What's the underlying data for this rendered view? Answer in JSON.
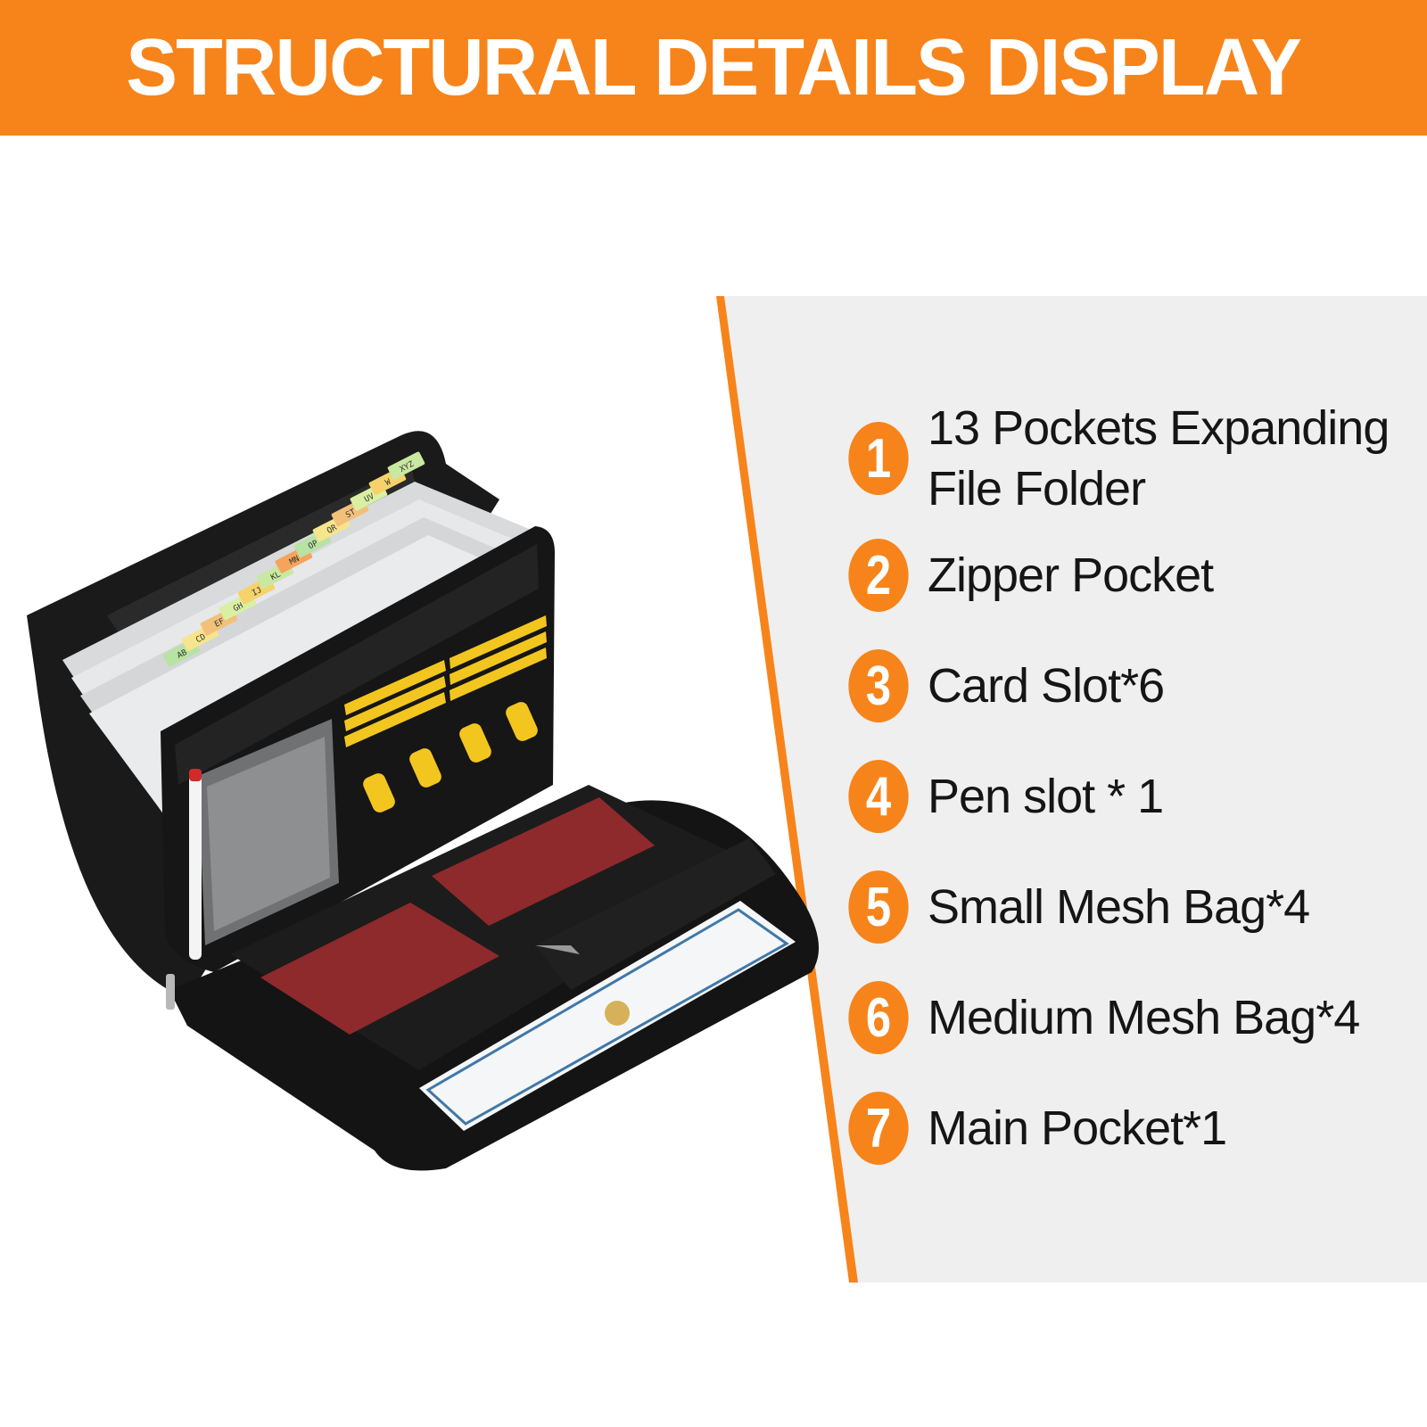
{
  "banner": {
    "title": "STRUCTURAL DETAILS DISPLAY"
  },
  "colors": {
    "accent": "#f7841a",
    "panel": "#efefef",
    "text": "#151515",
    "folder": "#151515"
  },
  "features": [
    {
      "number": "1",
      "label": "13 Pockets Expanding\nFile Folder"
    },
    {
      "number": "2",
      "label": "Zipper Pocket"
    },
    {
      "number": "3",
      "label": "Card Slot*6"
    },
    {
      "number": "4",
      "label": "Pen slot * 1"
    },
    {
      "number": "5",
      "label": "Small Mesh Bag*4"
    },
    {
      "number": "6",
      "label": "Medium Mesh Bag*4"
    },
    {
      "number": "7",
      "label": "Main Pocket*1"
    }
  ],
  "product": {
    "tabs": [
      "AB",
      "CD",
      "EF",
      "GH",
      "IJ",
      "KL",
      "MN",
      "OP",
      "QR",
      "ST",
      "UV",
      "W",
      "XYZ"
    ]
  }
}
